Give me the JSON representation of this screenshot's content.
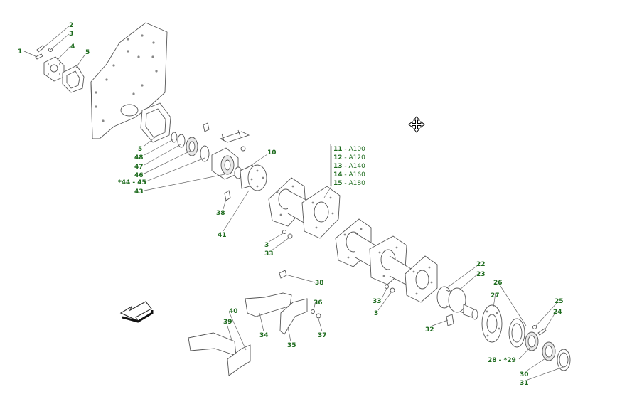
{
  "callouts": [
    {
      "id": "c1",
      "text": "1"
    },
    {
      "id": "c2",
      "text": "2"
    },
    {
      "id": "c3a",
      "text": "3"
    },
    {
      "id": "c4",
      "text": "4"
    },
    {
      "id": "c5a",
      "text": "5"
    },
    {
      "id": "c5b",
      "text": "5"
    },
    {
      "id": "c48",
      "text": "48"
    },
    {
      "id": "c47",
      "text": "47"
    },
    {
      "id": "c46",
      "text": "46"
    },
    {
      "id": "c4445",
      "text": "*44 - 45"
    },
    {
      "id": "c43",
      "text": "43"
    },
    {
      "id": "c10",
      "text": "10"
    },
    {
      "id": "c38a",
      "text": "38"
    },
    {
      "id": "c41",
      "text": "41"
    },
    {
      "id": "c3b",
      "text": "3"
    },
    {
      "id": "c33a",
      "text": "33"
    },
    {
      "id": "c38b",
      "text": "38"
    },
    {
      "id": "c36",
      "text": "36"
    },
    {
      "id": "c37",
      "text": "37"
    },
    {
      "id": "c40",
      "text": "40"
    },
    {
      "id": "c39",
      "text": "39"
    },
    {
      "id": "c34",
      "text": "34"
    },
    {
      "id": "c35",
      "text": "35"
    },
    {
      "id": "c33b",
      "text": "33"
    },
    {
      "id": "c3c",
      "text": "3"
    },
    {
      "id": "c22",
      "text": "22"
    },
    {
      "id": "c23",
      "text": "23"
    },
    {
      "id": "c32",
      "text": "32"
    },
    {
      "id": "c26",
      "text": "26"
    },
    {
      "id": "c27",
      "text": "27"
    },
    {
      "id": "c25",
      "text": "25"
    },
    {
      "id": "c24",
      "text": "24"
    },
    {
      "id": "c2829",
      "text": "28 - *29"
    },
    {
      "id": "c30",
      "text": "30"
    },
    {
      "id": "c31",
      "text": "31"
    }
  ],
  "legend": [
    {
      "num": "11",
      "sep": " - ",
      "model": "A100"
    },
    {
      "num": "12",
      "sep": " - ",
      "model": "A120"
    },
    {
      "num": "13",
      "sep": " - ",
      "model": "A140"
    },
    {
      "num": "14",
      "sep": " - ",
      "model": "A160"
    },
    {
      "num": "15",
      "sep": " - ",
      "model": "A180"
    }
  ],
  "icons": {
    "move_cursor": "move-cursor-icon",
    "direction_arrow": "direction-arrow-icon"
  },
  "colors": {
    "callout": "#1e6b1e",
    "line": "#555555"
  }
}
